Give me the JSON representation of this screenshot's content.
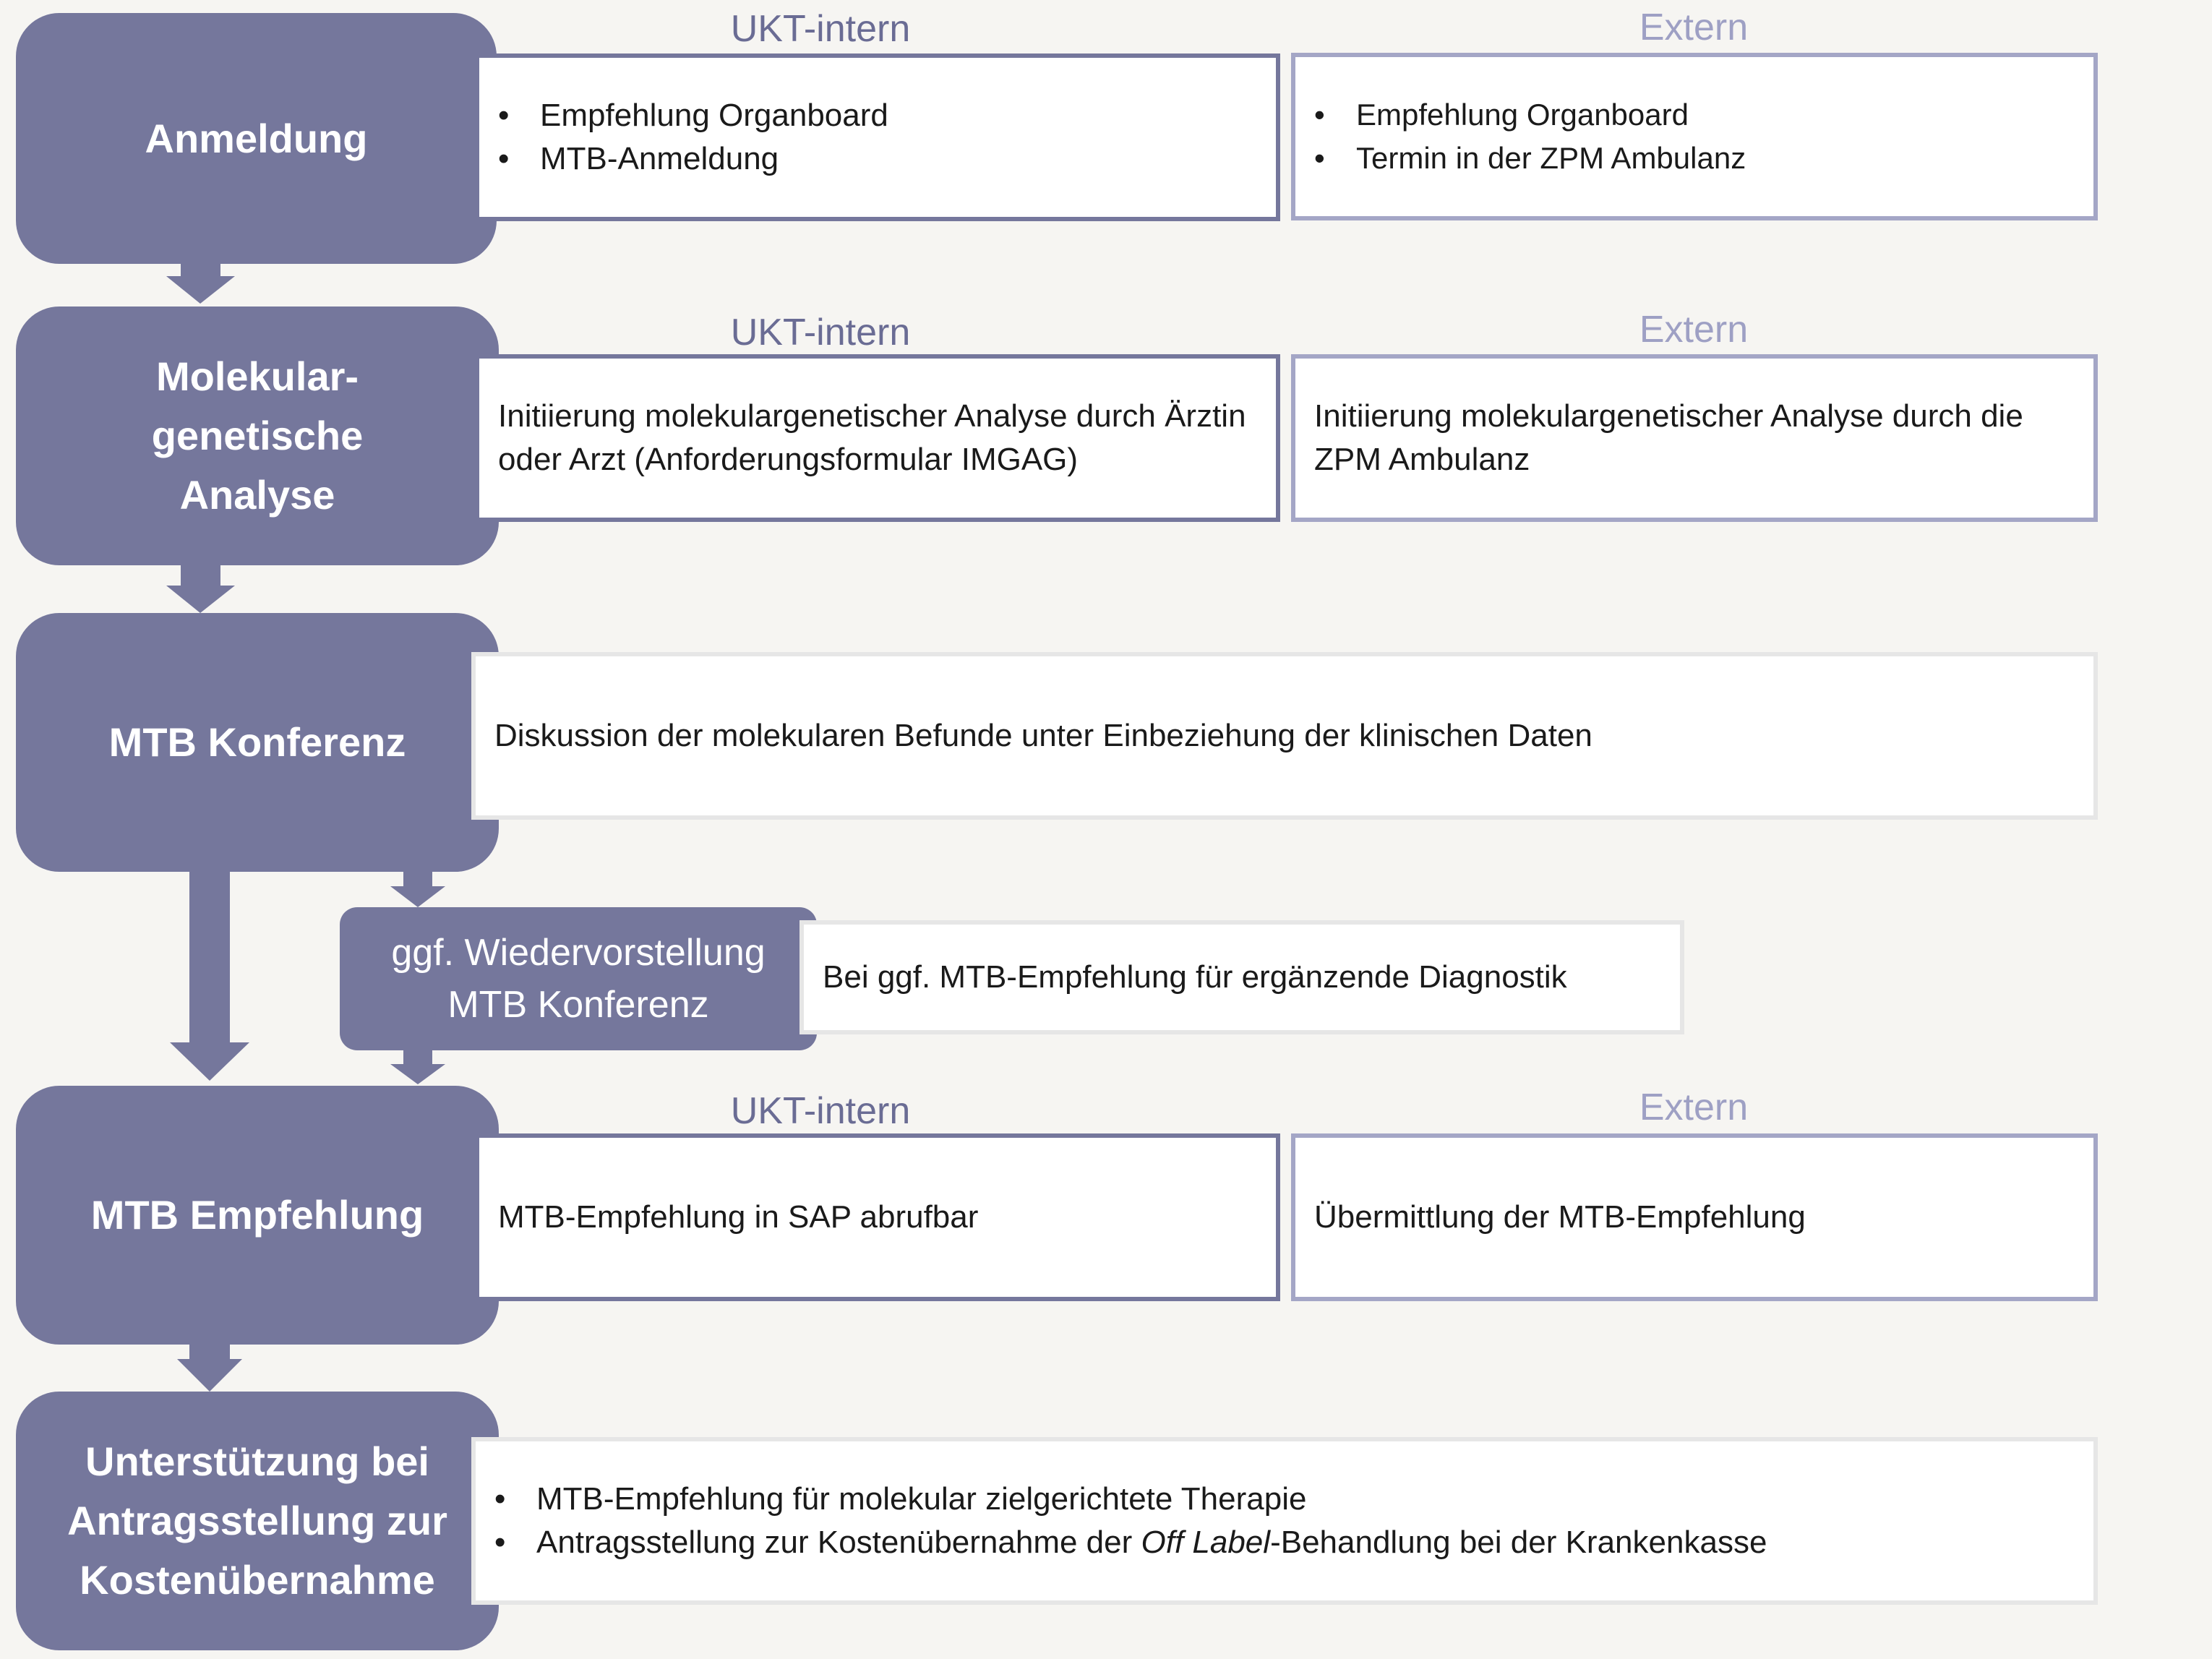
{
  "colors": {
    "step_fill": "#75779c",
    "intern_border": "#75779c",
    "extern_border": "#a4a6c6",
    "wide_border": "#e6e6e6",
    "background": "#f6f5f2"
  },
  "steps": {
    "anmeldung": {
      "label": "Anmeldung",
      "intern_header": "UKT-intern",
      "extern_header": "Extern",
      "intern_items": [
        "Empfehlung Organboard",
        "MTB-Anmeldung"
      ],
      "extern_items": [
        "Empfehlung Organboard",
        "Termin in der ZPM Ambulanz"
      ]
    },
    "analyse": {
      "label_lines": [
        "Molekular-",
        "genetische",
        "Analyse"
      ],
      "intern_header": "UKT-intern",
      "extern_header": "Extern",
      "intern_text": "Initiierung molekulargenetischer Analyse durch Ärztin oder Arzt (Anforderungsformular IMGAG)",
      "extern_text": "Initiierung molekulargenetischer Analyse durch die ZPM Ambulanz"
    },
    "konferenz": {
      "label": "MTB Konferenz",
      "text": "Diskussion der molekularen Befunde unter Einbeziehung der klinischen Daten"
    },
    "wiedervorstellung": {
      "label_lines": [
        "ggf. Wiedervorstellung",
        "MTB Konferenz"
      ],
      "text": "Bei ggf. MTB-Empfehlung für ergänzende Diagnostik"
    },
    "empfehlung": {
      "label": "MTB Empfehlung",
      "intern_header": "UKT-intern",
      "extern_header": "Extern",
      "intern_text": "MTB-Empfehlung in SAP abrufbar",
      "extern_text": "Übermittlung der MTB-Empfehlung"
    },
    "antrag": {
      "label_lines": [
        "Unterstützung bei",
        "Antragsstellung zur",
        "Kostenübernahme"
      ],
      "item1": "MTB-Empfehlung für molekular zielgerichtete Therapie",
      "item2_before": "Antragsstellung zur Kostenübernahme der ",
      "item2_italic": "Off Label",
      "item2_after": "-Behandlung bei der Krankenkasse"
    }
  }
}
